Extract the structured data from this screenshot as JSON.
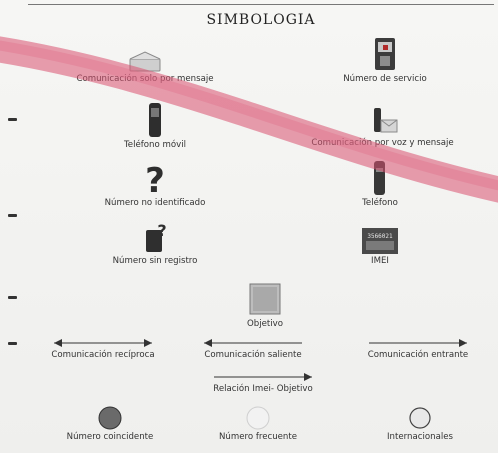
{
  "title": "SIMBOLOGIA",
  "symbols": {
    "msg_only": "Comunicación solo por mensaje",
    "service_number": "Número de servicio",
    "mobile_phone": "Teléfono móvil",
    "voice_and_msg": "Comunicación por voz y mensaje",
    "unidentified": "Número no identificado",
    "phone": "Teléfono",
    "unregistered": "Número sin registro",
    "imei": "IMEI",
    "imei_box_text": "3566021",
    "objective": "Objetivo"
  },
  "arrows": {
    "reciprocal": "Comunicación recíproca",
    "outgoing": "Comunicación saliente",
    "incoming": "Comunicación entrante",
    "imei_objective": "Relación Imei- Objetivo"
  },
  "circles": {
    "coincident": "Número coincidente",
    "frequent": "Número frecuente",
    "international": "Internacionales"
  },
  "colors": {
    "highlighter": "#d9506f",
    "coincident_fill": "#6a6a6a",
    "frequent_fill": "#f2f2f2"
  }
}
